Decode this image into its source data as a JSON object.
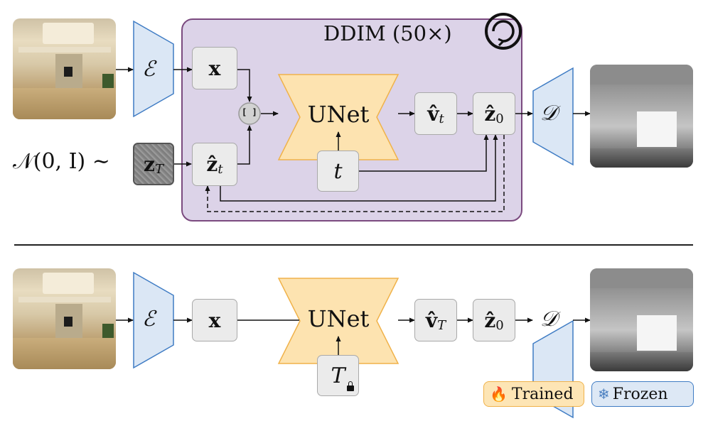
{
  "top": {
    "loop_title": "DDIM (50×)",
    "encoder": "ℰ",
    "decoder": "𝒟",
    "x_label": "x",
    "zt_hat_label": "ẑ",
    "zt_hat_sub": "t",
    "noise_dist": "𝒩(0, I) ∼",
    "zT_label": "z",
    "zT_sub": "T",
    "concat_symbol": "[ ]",
    "unet_label": "UNet",
    "t_label": "t",
    "vt_label": "v̂",
    "vt_sub": "t",
    "z0_label": "ẑ",
    "z0_sub": "0"
  },
  "bottom": {
    "encoder": "ℰ",
    "decoder": "𝒟",
    "x_label": "x",
    "unet_label": "UNet",
    "T_label": "T",
    "vT_label": "v̂",
    "vT_sub": "T",
    "z0_label": "ẑ",
    "z0_sub": "0"
  },
  "legend": {
    "trained_label": "Trained",
    "frozen_label": "Frozen",
    "trained_color": "#fde5b5",
    "frozen_color": "#dde8f5"
  },
  "colors": {
    "ddim_bg": "#dcd3e8",
    "ddim_border": "#7b4a7f",
    "unet_fill": "#fde3b0",
    "unet_stroke": "#f0b24a",
    "enc_fill": "#dbe7f5",
    "enc_stroke": "#3f7cc4"
  }
}
